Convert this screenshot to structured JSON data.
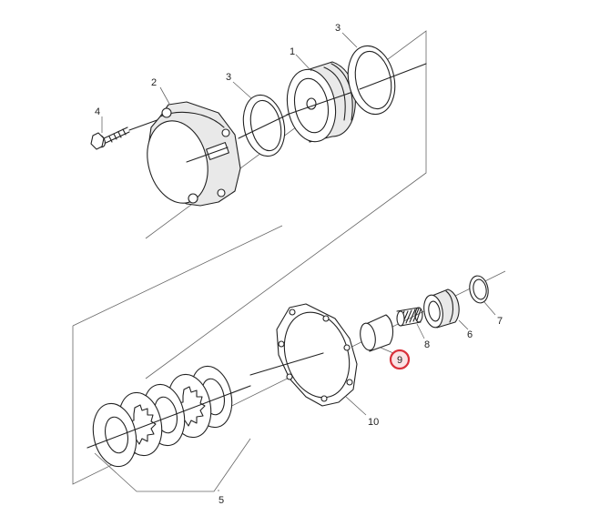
{
  "callouts": {
    "part_1": "1",
    "part_2": "2",
    "part_3a": "3",
    "part_3b": "3",
    "part_4": "4",
    "part_5": "5",
    "part_6": "6",
    "part_7": "7",
    "part_8": "8",
    "part_9": "9",
    "part_10": "10"
  },
  "highlight": {
    "callout": "9",
    "color": "#d9303a"
  },
  "colors": {
    "line": "#222222",
    "fill": "#ffffff",
    "shade": "#e9e9e9"
  }
}
